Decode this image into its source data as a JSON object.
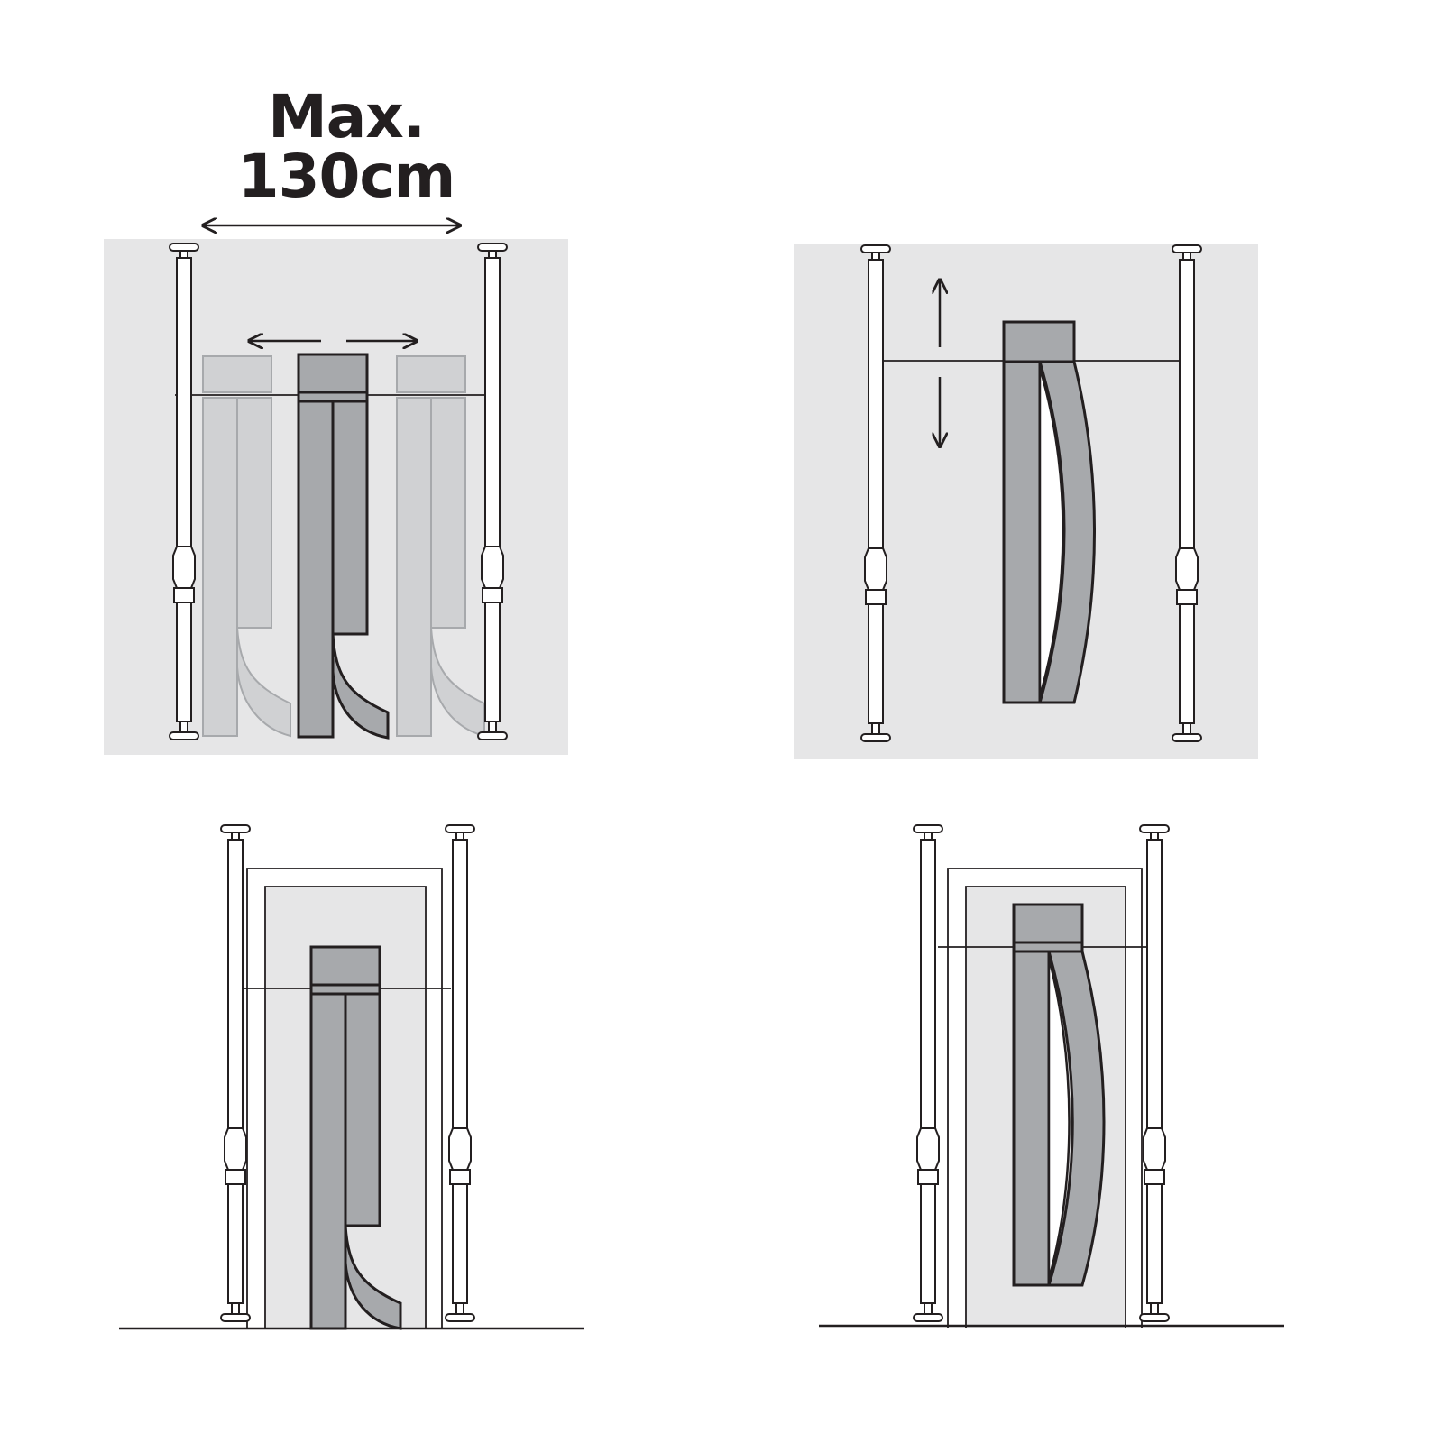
{
  "caption": {
    "line1": "Max.",
    "line2": "130cm"
  },
  "panels": [
    {
      "id": "step-1",
      "scene": "adjust-width",
      "background": "#e6e6e7"
    },
    {
      "id": "step-2",
      "scene": "adjust-height",
      "background": "#e6e6e7"
    },
    {
      "id": "step-3",
      "scene": "in-doorway-closed"
    },
    {
      "id": "step-4",
      "scene": "in-doorway-open"
    }
  ],
  "colors": {
    "line": "#231f20",
    "panel": "#e6e6e7",
    "curtain": "#a7a9ac",
    "ghost_curtain": "#d0d1d3"
  }
}
